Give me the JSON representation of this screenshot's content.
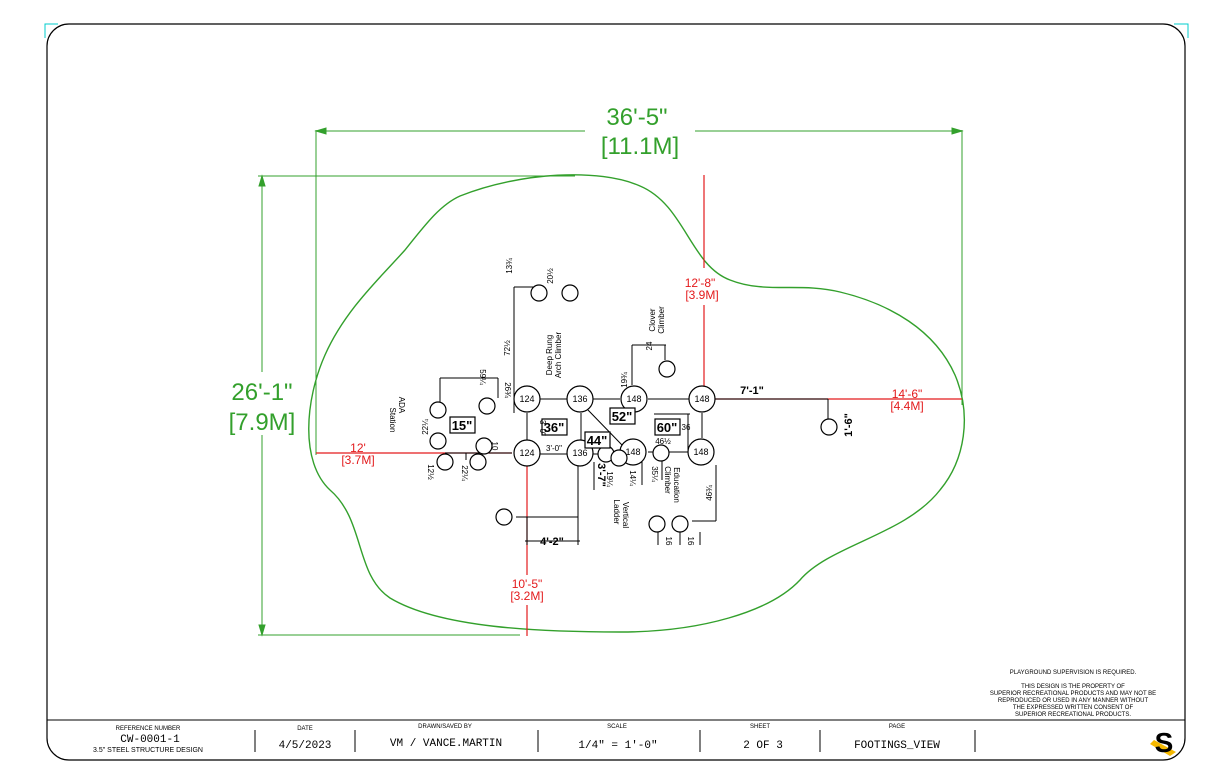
{
  "dims": {
    "overall_width": {
      "ft": "36'-5\"",
      "m": "[11.1M]"
    },
    "overall_depth": {
      "ft": "26'-1\"",
      "m": "[7.9M]"
    },
    "top": {
      "ft": "12'-8\"",
      "m": "[3.9M]"
    },
    "left": {
      "ft": "12'",
      "m": "[3.7M]"
    },
    "right": {
      "ft": "14'-6\"",
      "m": "[4.4M]"
    },
    "bottom": {
      "ft": "10'-5\"",
      "m": "[3.2M]"
    },
    "run_right": "7'-1\"",
    "drop": "1'-6\"",
    "ladder_run": "4'-2\"",
    "ladder_rise": "3'-7\"",
    "span_a": "3'-0\"",
    "span_b": "3'-0\""
  },
  "posts": [
    "124",
    "136",
    "148",
    "124",
    "136",
    "148",
    "148",
    "148"
  ],
  "deck_heights": [
    "15\"",
    "36\"",
    "44\"",
    "52\"",
    "60\""
  ],
  "callouts": {
    "d_13_3_4": "13¾",
    "d_20_1_2": "20½",
    "d_72_1_2": "72½",
    "d_59_1_4": "59¼",
    "d_26_3_4": "26¾",
    "d_24": "24",
    "d_19_3_4": "19¾",
    "d_22_1_4_a": "22¼",
    "d_12_1_2": "12½",
    "d_22_1_4_b": "22¼",
    "d_10": "10",
    "d_19_1_4": "19¼",
    "d_14_1_4": "14¼",
    "d_35_1_4": "35¼",
    "d_46_1_2": "46½",
    "d_36": "36",
    "d_46_3_4": "46¾",
    "d_16_a": "16",
    "d_16_b": "16"
  },
  "components": {
    "deep_rung_1": "Deep Rung",
    "deep_rung_2": "Arch Climber",
    "clover_1": "Clover",
    "clover_2": "Climber",
    "ada_1": "ADA",
    "ada_2": "Station",
    "education_1": "Education",
    "education_2": "Climber",
    "vertical_1": "Vertical",
    "vertical_2": "Ladder"
  },
  "notes": {
    "supervision": "PLAYGROUND SUPERVISION IS REQUIRED.",
    "property": [
      "THIS DESIGN IS THE PROPERTY OF",
      "SUPERIOR RECREATIONAL PRODUCTS AND MAY NOT BE",
      "REPRODUCED OR USED IN ANY MANNER WITHOUT",
      "THE EXPRESSED WRITTEN CONSENT OF",
      "SUPERIOR RECREATIONAL PRODUCTS."
    ]
  },
  "title_block": {
    "reference_label": "REFERENCE NUMBER",
    "reference_value": "CW-0001-1",
    "reference_sub": "3.5\" STEEL STRUCTURE DESIGN",
    "date_label": "DATE",
    "date_value": "4/5/2023",
    "drawn_label": "DRAWN/SAVED BY",
    "drawn_value": "VM / VANCE.MARTIN",
    "scale_label": "SCALE",
    "scale_value": "1/4\" = 1'-0\"",
    "sheet_label": "SHEET",
    "sheet_value": "2  OF  3",
    "page_label": "PAGE",
    "page_value": "FOOTINGS_VIEW",
    "logo": "S"
  },
  "colors": {
    "green": "#33a02c",
    "red": "#e31a1c",
    "black": "#000000"
  }
}
